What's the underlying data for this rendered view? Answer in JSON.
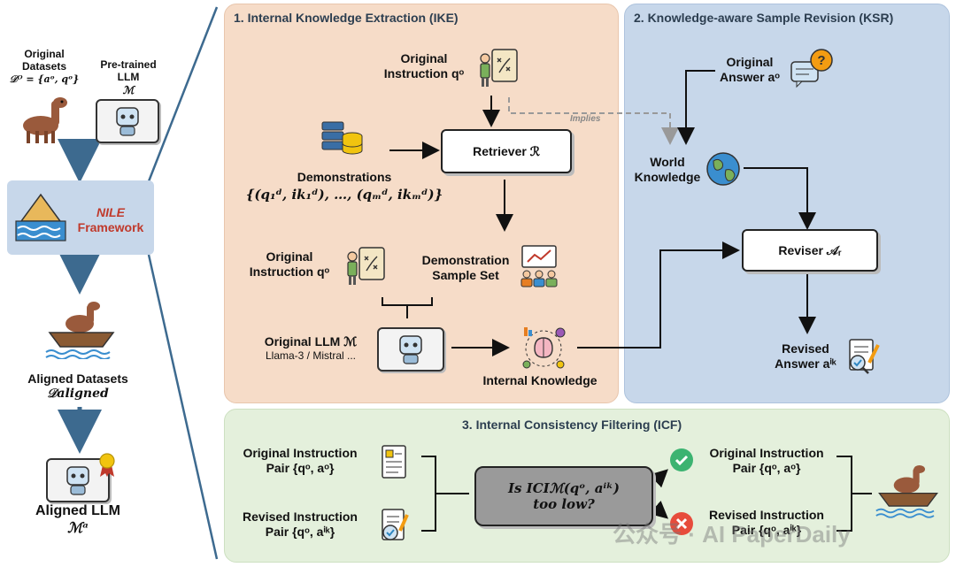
{
  "left": {
    "original_datasets": "Original Datasets",
    "original_datasets_math": "𝒟ᴼ = {aᵒ, qᵒ}",
    "pretrained_llm": "Pre-trained LLM",
    "pretrained_llm_math": "ℳ",
    "nile": "NILE",
    "framework": "Framework",
    "aligned_datasets": "Aligned Datasets",
    "aligned_datasets_math": "𝒟aligned",
    "aligned_llm": "Aligned LLM",
    "aligned_llm_math": "ℳᵃ"
  },
  "ike": {
    "title": "1. Internal Knowledge Extraction (IKE)",
    "original_instruction_top": "Original",
    "original_instruction_top2": "Instruction qᵒ",
    "demonstrations": "Demonstrations",
    "demonstrations_math": "{(q₁ᵈ, ik₁ᵈ), …, (qₘᵈ, ikₘᵈ)}",
    "retriever": "Retriever ℛ",
    "implies": "Implies",
    "original_instruction_mid": "Original",
    "original_instruction_mid2": "Instruction qᵒ",
    "demo_sample_set": "Demonstration",
    "demo_sample_set2": "Sample Set",
    "original_llm": "Original LLM ℳ",
    "original_llm_sub": "Llama-3 / Mistral ...",
    "internal_knowledge": "Internal Knowledge"
  },
  "ksr": {
    "title": "2. Knowledge-aware Sample Revision (KSR)",
    "original_answer": "Original",
    "original_answer2": "Answer aᵒ",
    "world_knowledge": "World",
    "world_knowledge2": "Knowledge",
    "reviser": "Reviser 𝒜ᵣ",
    "revised_answer": "Revised",
    "revised_answer2": "Answer aⁱᵏ"
  },
  "icf": {
    "title": "3. Internal Consistency Filtering (ICF)",
    "orig_pair": "Original Instruction",
    "orig_pair2": "Pair {qᵒ, aᵒ}",
    "rev_pair": "Revised Instruction",
    "rev_pair2": "Pair {qᵒ, aⁱᵏ}",
    "question": "Is ICIℳ(qᵒ, aⁱᵏ)",
    "question2": "too low?",
    "right_orig": "Original Instruction",
    "right_orig2": "Pair {qᵒ, aᵒ}",
    "right_rev": "Revised Instruction",
    "right_rev2": "Pair {qᵒ, aⁱᵏ}"
  },
  "watermark": "公众号 · AI PaperDaily"
}
